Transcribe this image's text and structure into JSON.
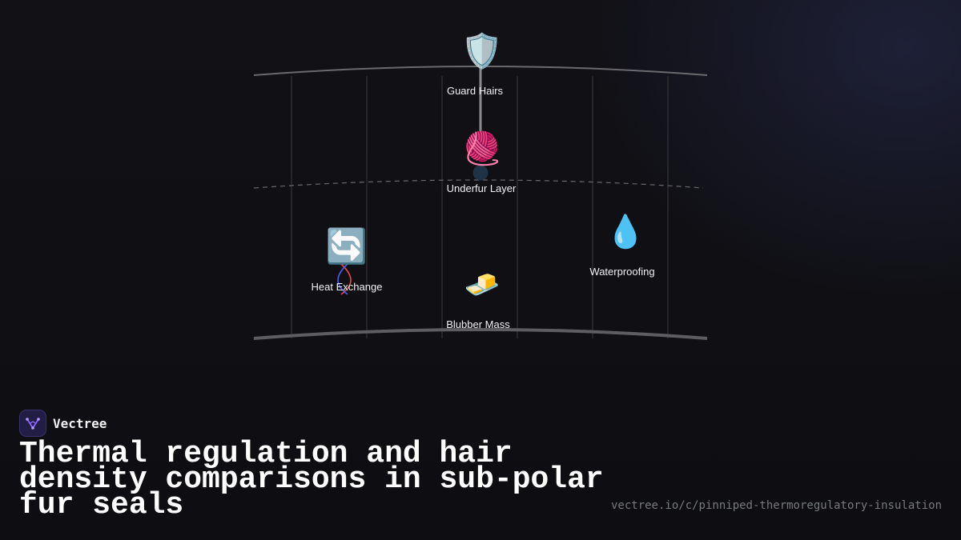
{
  "brand": {
    "name": "Vectree"
  },
  "title": "Thermal regulation and hair density comparisons in sub-polar fur seals",
  "url": "vectree.io/c/pinniped-thermoregulatory-insulation",
  "colors": {
    "background": "#0f0f13",
    "accent": "#7b5cff",
    "text": "#ffffff",
    "muted": "#777a80"
  },
  "diagram": {
    "nodes": [
      {
        "id": "guard",
        "label": "Guard Hairs",
        "icon": "shield-icon",
        "glyph": "🛡️"
      },
      {
        "id": "underfur",
        "label": "Underfur Layer",
        "icon": "yarn-ball-icon",
        "glyph": "🧶"
      },
      {
        "id": "heat",
        "label": "Heat Exchange",
        "icon": "cycle-arrows-icon",
        "glyph": "🔄"
      },
      {
        "id": "blubber",
        "label": "Blubber Mass",
        "icon": "butter-icon",
        "glyph": "🧈"
      },
      {
        "id": "water",
        "label": "Waterproofing",
        "icon": "droplet-icon",
        "glyph": "💧"
      }
    ]
  }
}
